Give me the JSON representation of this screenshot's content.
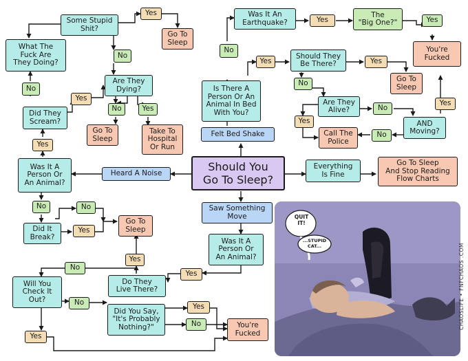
{
  "center": "Should You\nGo To Sleep?",
  "colors": {
    "question": "#b6ece8",
    "answer": "#c9ecb6",
    "no_yes_alt": "#f4dcb4",
    "situation": "#b9d6f7",
    "terminal": "#f8c8b2",
    "center": "#d9c8f2"
  },
  "nodes": {
    "stupid_shit": "Some Stupid\nShit?",
    "yes_stupid": "Yes",
    "go_sleep_1": "Go To\nSleep",
    "what_doing": "What The\nFuck Are\nThey Doing?",
    "no_stupid": "No",
    "no_doing": "No",
    "dying": "Are They\nDying?",
    "yes_dying": "Yes",
    "no_dying": "No",
    "yes_dying2": "Yes",
    "go_sleep_2": "Go To\nSleep",
    "hospital": "Take To\nHospital\nOr Run",
    "scream": "Did They\nScream?",
    "yes_scream": "Yes",
    "person_animal_1": "Was It A\nPerson Or\nAn Animal?",
    "heard_noise": "Heard A Noise",
    "no_pa1": "No",
    "no_break": "No",
    "break": "Did It\nBreak?",
    "yes_break": "Yes",
    "go_sleep_3": "Go To\nSleep",
    "earthquake": "Was It An\nEarthquake?",
    "yes_eq": "Yes",
    "big_one": "The\n\"Big One?\"",
    "yes_big": "Yes",
    "fucked_1": "You're\nFucked",
    "no_eq": "No",
    "yes_bed": "Yes",
    "should_there": "Should They\nBe There?",
    "yes_should": "Yes",
    "go_sleep_4": "Go To\nSleep",
    "no_should": "No",
    "alive": "Are They\nAlive?",
    "no_alive": "No",
    "and_moving": "AND\nMoving?",
    "yes_moving": "Yes",
    "yes_alive": "Yes",
    "police": "Call The\nPolice",
    "no_moving": "No",
    "person_in_bed": "Is There A\nPerson Or An\nAnimal In Bed\nWith You?",
    "felt_shake": "Felt Bed Shake",
    "everything_fine": "Everything\nIs Fine",
    "stop_reading": "Go To Sleep\nAnd Stop Reading\nFlow Charts",
    "saw_move": "Saw Something\nMove",
    "person_animal_2": "Was It A\nPerson Or\nAn Animal?",
    "yes_pa2": "Yes",
    "live_there": "Do They\nLive There?",
    "yes_live": "Yes",
    "no_live": "No",
    "check_out": "Will You\nCheck It\nOut?",
    "no_check": "No",
    "yes_check": "Yes",
    "probably_nothing": "Did You Say,\n\"It's Probably\nNothing?\"",
    "yes_nothing": "Yes",
    "no_nothing": "No",
    "fucked_2": "You're\nFucked"
  },
  "comic": {
    "speech_1": "QUIT\nIT!",
    "speech_2": "...STUPID\nCAT...",
    "credit": "CHAOSLIFE • FNFCHAOS .COM"
  }
}
